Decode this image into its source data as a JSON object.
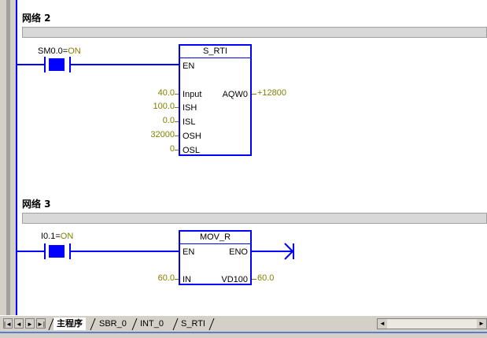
{
  "network2": {
    "title": "网络 2",
    "contact": {
      "address": "SM0.0=",
      "state": "ON"
    },
    "block": {
      "title": "S_RTI",
      "en": "EN",
      "inputs": [
        {
          "pin": "Input",
          "value": "40.0"
        },
        {
          "pin": "ISH",
          "value": "100.0"
        },
        {
          "pin": "ISL",
          "value": "0.0"
        },
        {
          "pin": "OSH",
          "value": "32000"
        },
        {
          "pin": "OSL",
          "value": "0"
        }
      ],
      "output": {
        "pin": "AQW0",
        "value": "+12800"
      }
    }
  },
  "network3": {
    "title": "网络 3",
    "contact": {
      "address": "I0.1=",
      "state": "ON"
    },
    "block": {
      "title": "MOV_R",
      "en": "EN",
      "eno": "ENO",
      "input": {
        "pin": "IN",
        "value": "60.0"
      },
      "output": {
        "pin": "VD100",
        "value": "60.0"
      }
    }
  },
  "tabs": [
    "主程序",
    "SBR_0",
    "INT_0",
    "S_RTI"
  ],
  "nav": [
    "|◄",
    "◄",
    "►",
    "►|"
  ],
  "colors": {
    "wire": "#0000ff",
    "value": "#808000",
    "contact_fill": "#0000ff"
  }
}
